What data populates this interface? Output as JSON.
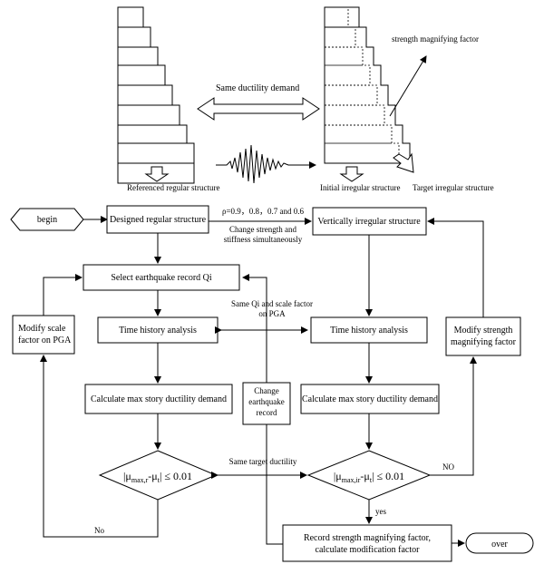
{
  "top": {
    "same_ductility": "Same ductility demand",
    "strength_factor": "strength magnifying factor",
    "referenced": "Referenced regular structure",
    "initial": "Initial irregular structure",
    "target": "Target irregular structure"
  },
  "flow": {
    "begin": "begin",
    "designed": "Designed regular structure",
    "rho": "ρ=0.9，0.8，0.7 and 0.6",
    "change1": "Change strength and",
    "change2": "stiffness simultaneously",
    "vertical": "Vertically irregular structure",
    "select": "Select earthquake record Qi",
    "same_qi1": "Same Qi and scale factor",
    "same_qi2": "on PGA",
    "th_left": "Time history analysis",
    "th_right": "Time history analysis",
    "modify_scale1": "Modify scale",
    "modify_scale2": "factor on PGA",
    "modify_strength1": "Modify strength",
    "modify_strength2": "magnifying factor",
    "calc_left": "Calculate max story ductility demand",
    "calc_right": "Calculate max story ductility demand",
    "change_eq1": "Change",
    "change_eq2": "earthquake",
    "change_eq3": "record",
    "same_target": "Same target ductility",
    "dec_left_mu": "|μ",
    "dec_left_sub": "max,r",
    "dec_left_rest": "-μ",
    "dec_left_sub2": "t",
    "dec_left_end": "| ≤ 0.01",
    "dec_right_mu": "|μ",
    "dec_right_sub": "max,ir",
    "dec_right_rest": "-μ",
    "dec_right_sub2": "t",
    "dec_right_end": "| ≤ 0.01",
    "no_right": "NO",
    "yes": "yes",
    "no_left": "No",
    "record1": "Record strength magnifying factor,",
    "record2": "calculate modification factor",
    "over": "over"
  }
}
